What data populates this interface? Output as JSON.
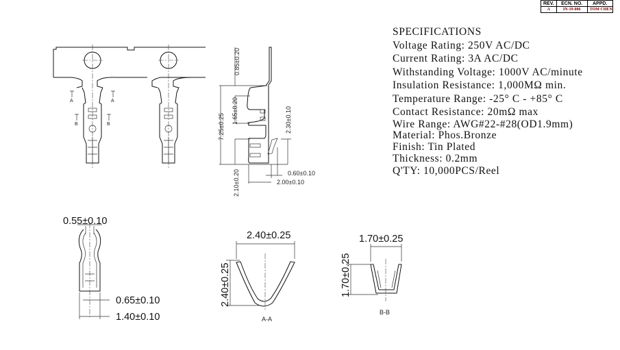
{
  "revision_table": {
    "headers": [
      "REV.",
      "ECN. NO.",
      "APPD."
    ],
    "rows": [
      [
        "A",
        "IN-19-006",
        "TOM CHEN"
      ]
    ]
  },
  "specifications": {
    "title": "SPECIFICATIONS",
    "lines": [
      "Voltage Rating: 250V AC/DC",
      "Current Rating: 3A AC/DC",
      "Withstanding Voltage: 1000V AC/minute",
      "Insulation Resistance: 1,000MΩ min.",
      "Temperature Range: -25° C - +85° C",
      "Contact Resistance: 20mΩ max",
      "Wire Range: AWG#22-#28(OD1.9mm)",
      "Material: Phos.Bronze",
      "Finish: Tin Plated",
      "Thickness: 0.2mm",
      "Q'TY: 10,000PCS/Reel"
    ]
  },
  "top_view": {
    "section_marks": [
      "A",
      "A",
      "B",
      "B"
    ]
  },
  "side_view": {
    "dims": [
      "0.85±0.20",
      "7.25±0.25",
      "1.65±0.20",
      "2.30±0.10",
      "2.10±0.20",
      "0.60±0.10",
      "2.00±0.10"
    ]
  },
  "front_view": {
    "dims": [
      "0.55±0.10",
      "0.65±0.10",
      "1.40±0.10"
    ]
  },
  "section_aa": {
    "label": "A-A",
    "width_dim": "2.40±0.25",
    "height_dim": "2.40±0.25"
  },
  "section_bb": {
    "label": "B-B",
    "width_dim": "1.70±0.25",
    "height_dim": "1.70±0.25"
  }
}
